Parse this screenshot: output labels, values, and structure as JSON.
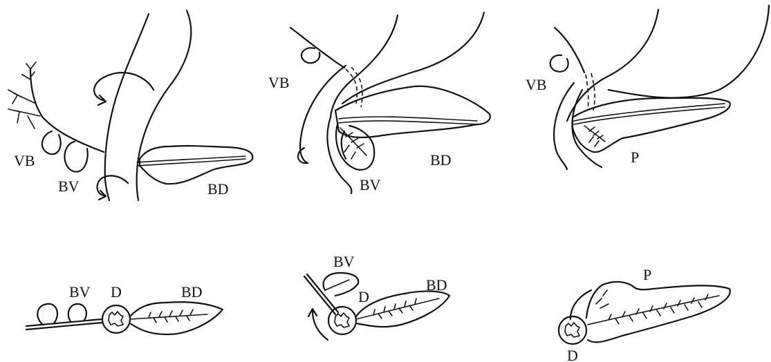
{
  "labels": {
    "vb": "VB",
    "bv": "BV",
    "bd": "BD",
    "d": "D",
    "p": "P"
  },
  "colors": {
    "ink": "#111111",
    "background": "#ffffff"
  }
}
